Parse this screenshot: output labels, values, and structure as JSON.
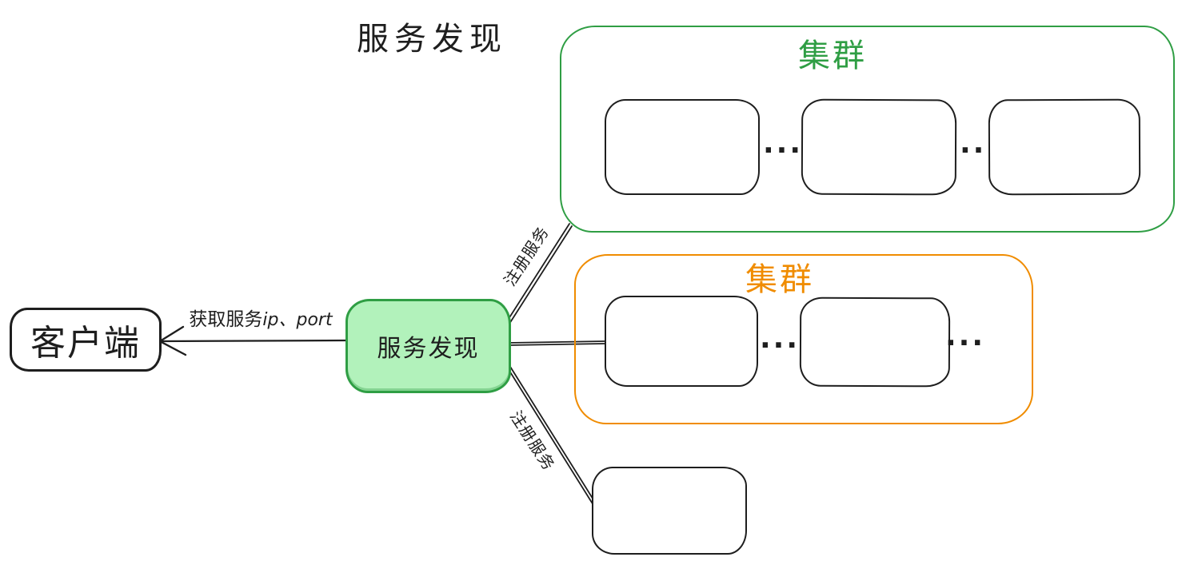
{
  "title": "服务发现",
  "colors": {
    "ink": "#1e1e1e",
    "green_stroke": "#2f9e44",
    "green_fill": "#b2f2bb",
    "orange_stroke": "#f08c00",
    "background": "#ffffff"
  },
  "nodes": {
    "client": {
      "label": "客户端"
    },
    "discovery": {
      "label": "服务发现"
    }
  },
  "edges": {
    "get_service": {
      "label_cn": "获取服务",
      "label_latin": "ip、port"
    },
    "register_top": {
      "label": "注册服务"
    },
    "register_bottom": {
      "label": "注册服务"
    }
  },
  "clusters": {
    "green": {
      "label": "集群",
      "color": "#2f9e44",
      "node_count": 3,
      "ellipsis": "..."
    },
    "orange": {
      "label": "集群",
      "color": "#f08c00",
      "node_count": 2,
      "ellipsis": "..."
    }
  }
}
